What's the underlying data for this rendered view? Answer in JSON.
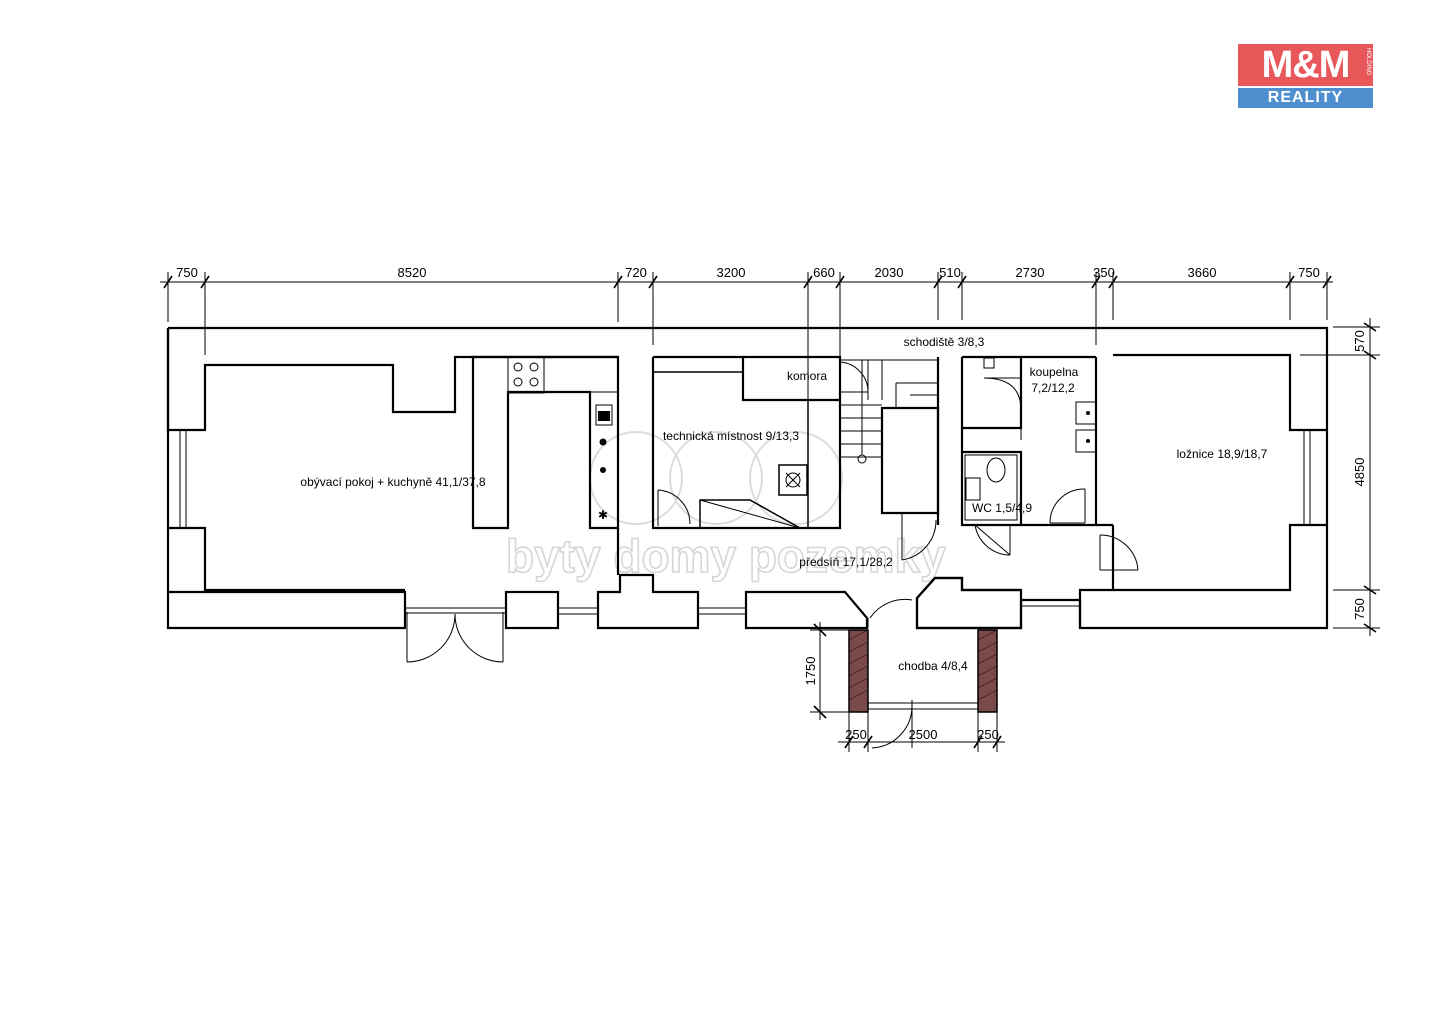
{
  "logo": {
    "brand": "M&M",
    "sub": "REALITY",
    "side": "HOLDING"
  },
  "watermark": "byty domy pozemky",
  "dimensions": {
    "top": [
      "750",
      "8520",
      "720",
      "3200",
      "660",
      "2030",
      "510",
      "2730",
      "350",
      "3660",
      "750"
    ],
    "right": [
      "570",
      "4850",
      "750"
    ],
    "porch_height": "1750",
    "bottom": [
      "250",
      "2500",
      "250"
    ]
  },
  "rooms": {
    "living": "obývací pokoj + kuchyně 41,1/37,8",
    "technical": "technická místnost 9/13,3",
    "pantry": "komora",
    "stairs": "schodiště 3/8,3",
    "bathroom_line1": "koupelna",
    "bathroom_line2": "7,2/12,2",
    "wc": "WC 1,5/4,9",
    "bedroom": "ložnice 18,9/18,7",
    "hall": "předsíň 17,1/28,2",
    "corridor": "chodba 4/8,4"
  }
}
